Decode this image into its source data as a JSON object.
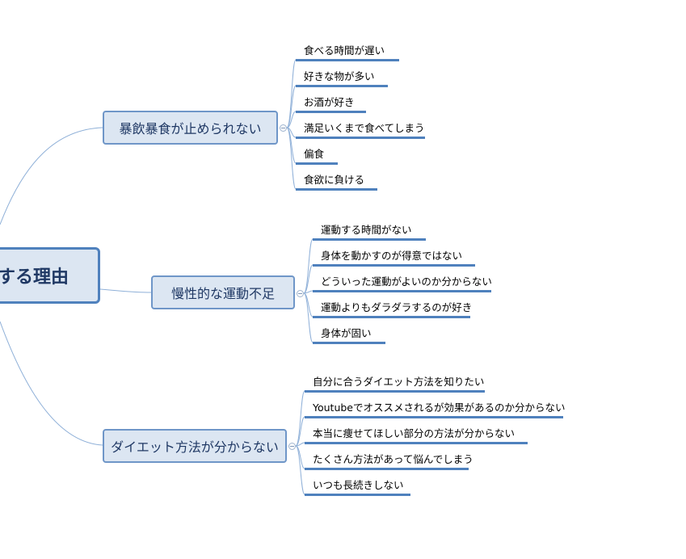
{
  "root": {
    "label": "する理由"
  },
  "branches": [
    {
      "label": "暴飲暴食が止められない",
      "items": [
        "食べる時間が遅い",
        "好きな物が多い",
        "お酒が好き",
        "満足いくまで食べてしまう",
        "偏食",
        "食欲に負ける"
      ]
    },
    {
      "label": "慢性的な運動不足",
      "items": [
        "運動する時間がない",
        "身体を動かすのが得意ではない",
        "どういった運動がよいのか分からない",
        "運動よりもダラダラするのが好き",
        "身体が固い"
      ]
    },
    {
      "label": "ダイエット方法が分からない",
      "items": [
        "自分に合うダイエット方法を知りたい",
        "Youtubeでオススメされるが効果があるのか分からない",
        "本当に痩せてほしい部分の方法が分からない",
        "たくさん方法があって悩んでしまう",
        "いつも長続きしない"
      ]
    }
  ],
  "colors": {
    "node_fill": "#dce6f2",
    "node_border": "#4f81bd",
    "line": "#4f81bd",
    "connector": "#8fb0d8",
    "text": "#1f3864"
  }
}
